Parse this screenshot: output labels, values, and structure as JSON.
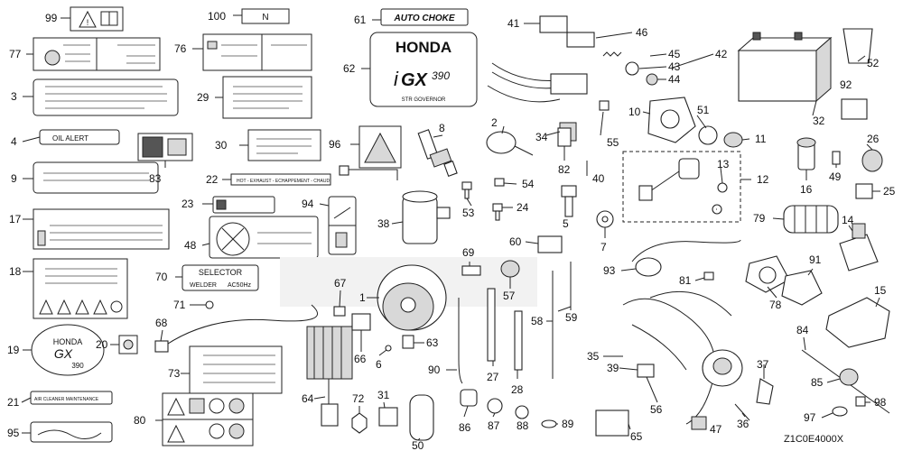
{
  "diagram_code": "Z1C0E4000X",
  "label_texts": {
    "auto_choke": "AUTO CHOKE",
    "brand": "HONDA",
    "model_i": "i",
    "model_gx": "GX",
    "model_num": "390",
    "governor": "STR GOVERNOR",
    "oil_alert": "OIL ALERT",
    "hot_exhaust": "HOT - EXHAUST - ECHAPPEMENT - CHAUD",
    "selector": "SELECTOR",
    "welder": "WELDER",
    "ac": "AC50Hz",
    "n_mark": "N",
    "air_cleaner": "AIR CLEANER MAINTENANCE",
    "emblem_brand": "HONDA",
    "emblem_gx": "GX",
    "emblem_num": "390"
  },
  "callouts": [
    {
      "n": "99"
    },
    {
      "n": "100"
    },
    {
      "n": "61"
    },
    {
      "n": "41"
    },
    {
      "n": "46"
    },
    {
      "n": "42"
    },
    {
      "n": "52"
    },
    {
      "n": "77"
    },
    {
      "n": "76"
    },
    {
      "n": "62"
    },
    {
      "n": "45"
    },
    {
      "n": "43"
    },
    {
      "n": "44"
    },
    {
      "n": "3"
    },
    {
      "n": "29"
    },
    {
      "n": "10"
    },
    {
      "n": "51"
    },
    {
      "n": "32"
    },
    {
      "n": "92"
    },
    {
      "n": "2"
    },
    {
      "n": "34"
    },
    {
      "n": "55"
    },
    {
      "n": "11"
    },
    {
      "n": "4"
    },
    {
      "n": "30"
    },
    {
      "n": "96"
    },
    {
      "n": "8"
    },
    {
      "n": "82"
    },
    {
      "n": "26"
    },
    {
      "n": "83"
    },
    {
      "n": "13"
    },
    {
      "n": "16"
    },
    {
      "n": "49"
    },
    {
      "n": "9"
    },
    {
      "n": "22"
    },
    {
      "n": "54"
    },
    {
      "n": "40"
    },
    {
      "n": "12"
    },
    {
      "n": "25"
    },
    {
      "n": "53"
    },
    {
      "n": "23"
    },
    {
      "n": "94"
    },
    {
      "n": "24"
    },
    {
      "n": "5"
    },
    {
      "n": "79"
    },
    {
      "n": "14"
    },
    {
      "n": "17"
    },
    {
      "n": "38"
    },
    {
      "n": "7"
    },
    {
      "n": "48"
    },
    {
      "n": "69"
    },
    {
      "n": "60"
    },
    {
      "n": "93"
    },
    {
      "n": "81"
    },
    {
      "n": "91"
    },
    {
      "n": "18"
    },
    {
      "n": "70"
    },
    {
      "n": "67"
    },
    {
      "n": "57"
    },
    {
      "n": "59"
    },
    {
      "n": "78"
    },
    {
      "n": "15"
    },
    {
      "n": "71"
    },
    {
      "n": "1"
    },
    {
      "n": "58"
    },
    {
      "n": "35"
    },
    {
      "n": "68"
    },
    {
      "n": "63"
    },
    {
      "n": "19"
    },
    {
      "n": "20"
    },
    {
      "n": "66"
    },
    {
      "n": "6"
    },
    {
      "n": "84"
    },
    {
      "n": "39"
    },
    {
      "n": "37"
    },
    {
      "n": "73"
    },
    {
      "n": "90"
    },
    {
      "n": "27"
    },
    {
      "n": "28"
    },
    {
      "n": "85"
    },
    {
      "n": "21"
    },
    {
      "n": "64"
    },
    {
      "n": "72"
    },
    {
      "n": "31"
    },
    {
      "n": "86"
    },
    {
      "n": "56"
    },
    {
      "n": "36"
    },
    {
      "n": "98"
    },
    {
      "n": "80"
    },
    {
      "n": "50"
    },
    {
      "n": "87"
    },
    {
      "n": "88"
    },
    {
      "n": "89"
    },
    {
      "n": "97"
    },
    {
      "n": "95"
    },
    {
      "n": "65"
    },
    {
      "n": "47"
    }
  ]
}
